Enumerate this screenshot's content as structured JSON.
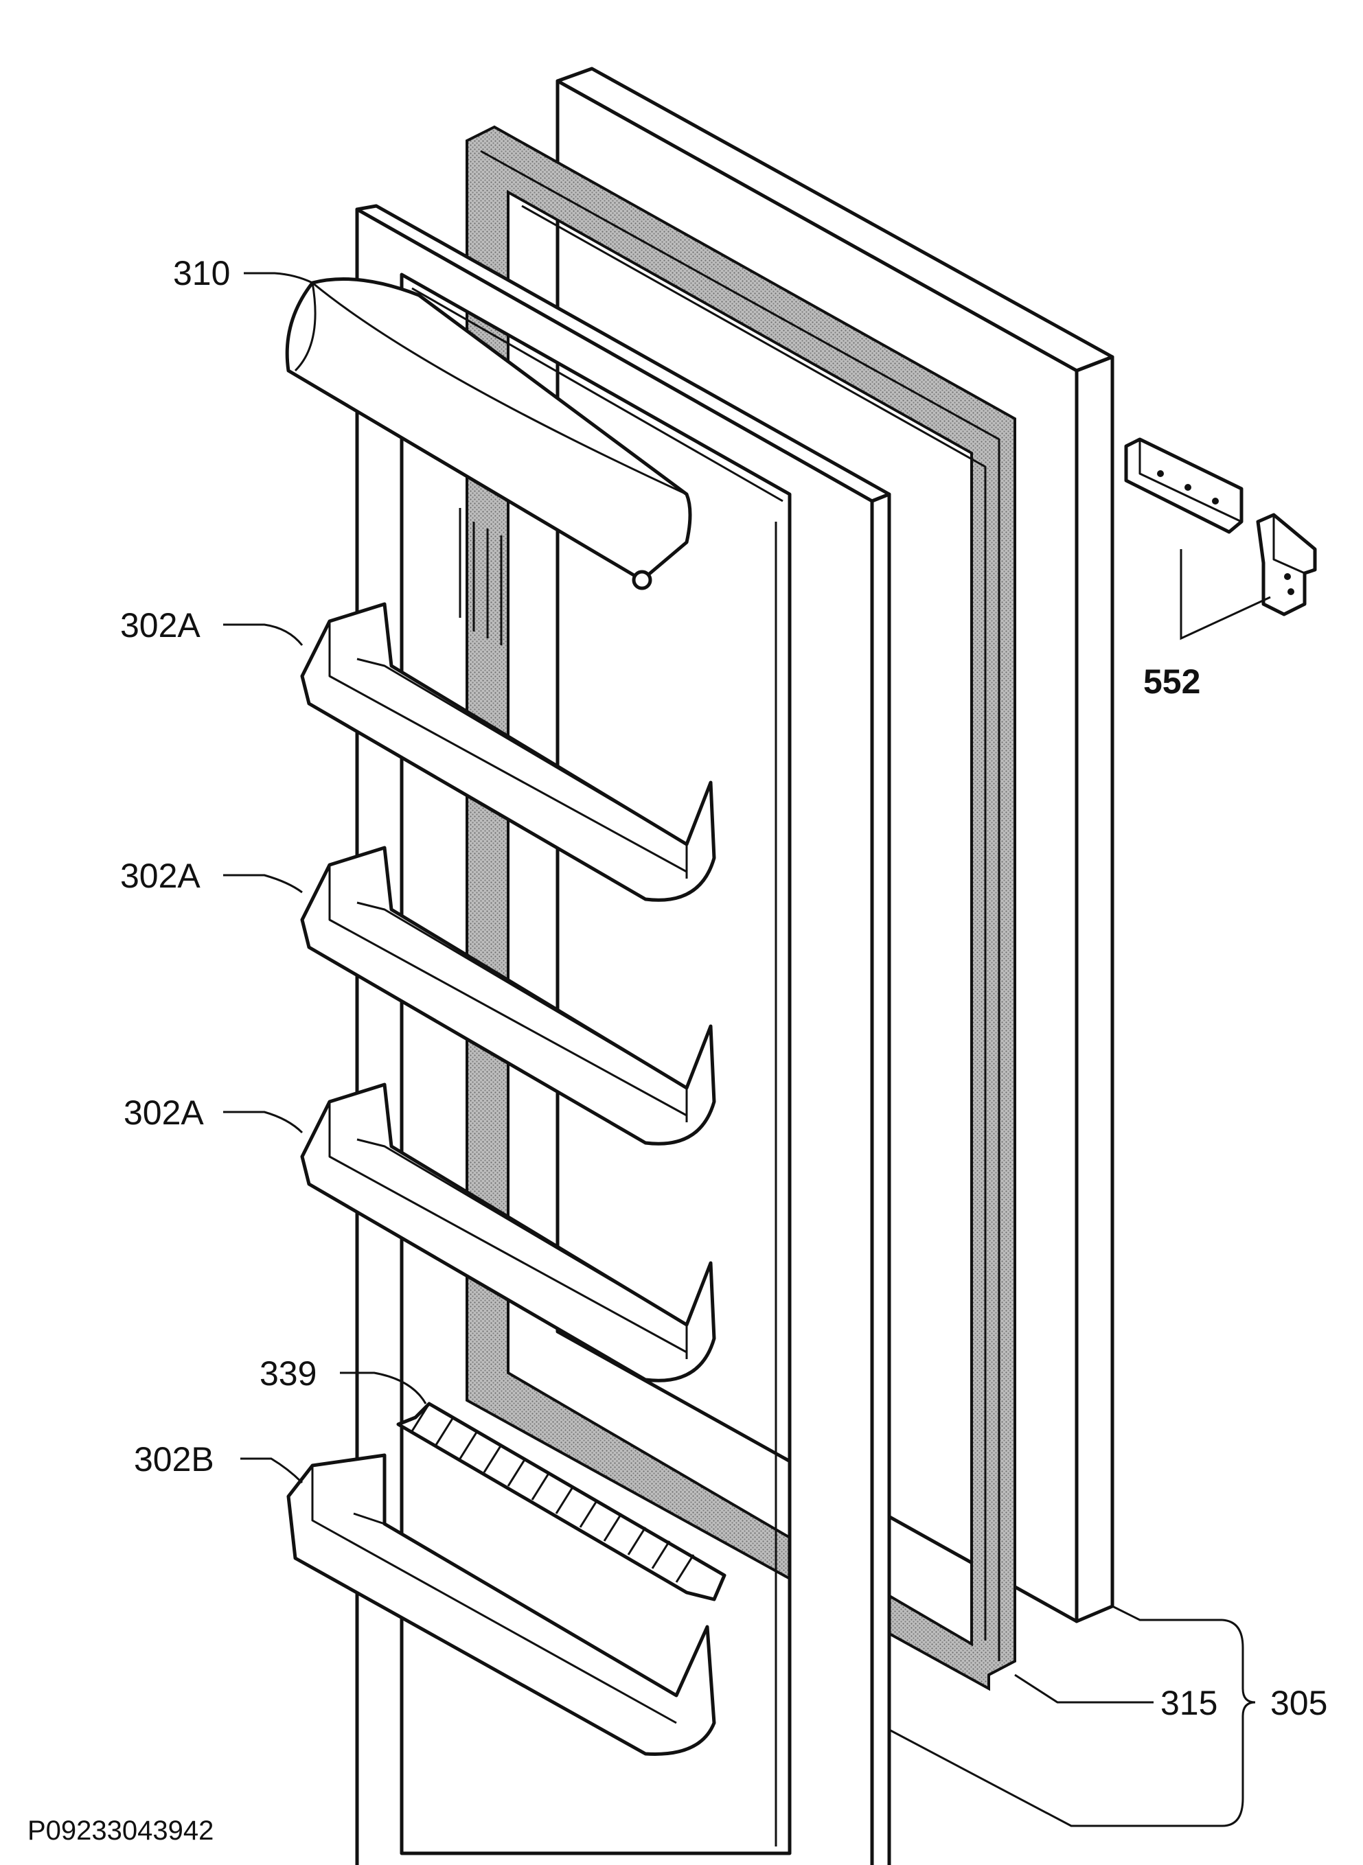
{
  "callouts": {
    "door_panel_handle": "310",
    "shelf_1": "302A",
    "shelf_2": "302A",
    "shelf_3": "302A",
    "grille": "339",
    "bottom_shelf": "302B",
    "hinge_brackets": "552",
    "gasket": "315",
    "door_assembly": "305"
  },
  "drawing_code": "P09233043942",
  "colors": {
    "ink": "#111111",
    "paper": "#ffffff",
    "gasket_fill": "#a8a8a8"
  }
}
